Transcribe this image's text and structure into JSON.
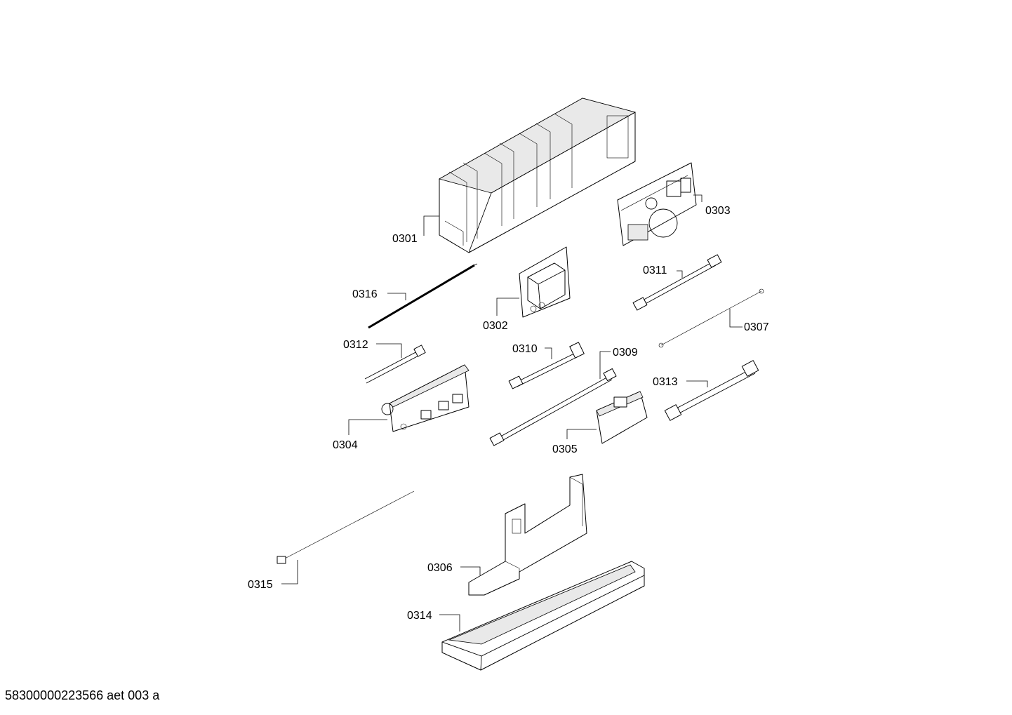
{
  "labels": {
    "p0301": "0301",
    "p0302": "0302",
    "p0303": "0303",
    "p0304": "0304",
    "p0305": "0305",
    "p0306": "0306",
    "p0307": "0307",
    "p0309": "0309",
    "p0310": "0310",
    "p0311": "0311",
    "p0312": "0312",
    "p0313": "0313",
    "p0314": "0314",
    "p0315": "0315",
    "p0316": "0316"
  },
  "footer": "58300000223566 aet 003 a"
}
